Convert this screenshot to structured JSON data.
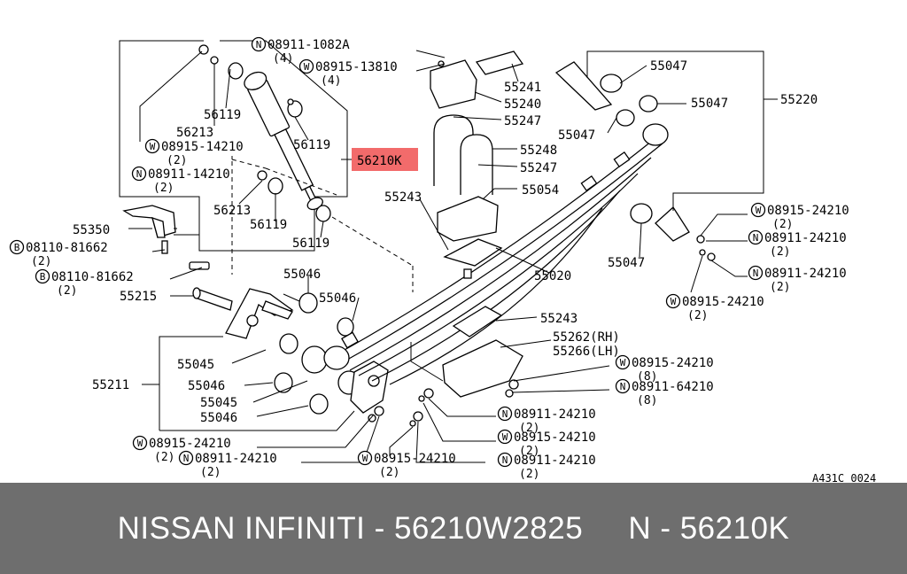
{
  "colors": {
    "highlight": "#f26b6b",
    "footer_bg": "#6e6e6e",
    "footer_text": "#ffffff"
  },
  "highlight_label": "56210K",
  "labels": [
    {
      "id": "55220",
      "text": "55220"
    },
    {
      "id": "55047-a",
      "text": "55047"
    },
    {
      "id": "55047-b",
      "text": "55047"
    },
    {
      "id": "55047-c",
      "text": "55047"
    },
    {
      "id": "55047-d",
      "text": "55047"
    },
    {
      "id": "55241",
      "text": "55241"
    },
    {
      "id": "55240",
      "text": "55240"
    },
    {
      "id": "55247-a",
      "text": "55247"
    },
    {
      "id": "55248",
      "text": "55248"
    },
    {
      "id": "55247-b",
      "text": "55247"
    },
    {
      "id": "55054",
      "text": "55054"
    },
    {
      "id": "55243-a",
      "text": "55243"
    },
    {
      "id": "55020",
      "text": "55020"
    },
    {
      "id": "56119-a",
      "text": "56119"
    },
    {
      "id": "56213-a",
      "text": "56213"
    },
    {
      "id": "56119-b",
      "text": "56119"
    },
    {
      "id": "56213-b",
      "text": "56213"
    },
    {
      "id": "56119-c",
      "text": "56119"
    },
    {
      "id": "56119-d",
      "text": "56119"
    },
    {
      "id": "55350",
      "text": "55350"
    },
    {
      "id": "55046-a",
      "text": "55046"
    },
    {
      "id": "55046-b",
      "text": "55046"
    },
    {
      "id": "55215",
      "text": "55215"
    },
    {
      "id": "55243-b",
      "text": "55243"
    },
    {
      "id": "55262",
      "text": "55262(RH)"
    },
    {
      "id": "55266",
      "text": "55266(LH)"
    },
    {
      "id": "55045-a",
      "text": "55045"
    },
    {
      "id": "55211",
      "text": "55211"
    },
    {
      "id": "55046-c",
      "text": "55046"
    },
    {
      "id": "55045-b",
      "text": "55045"
    },
    {
      "id": "55046-d",
      "text": "55046"
    },
    {
      "id": "ref-code",
      "text": "A431C 0024"
    }
  ],
  "fasteners": [
    {
      "id": "f1",
      "prefix": "N",
      "code": "08911-1082A",
      "qty": "(4)"
    },
    {
      "id": "f2",
      "prefix": "W",
      "code": "08915-13810",
      "qty": "(4)"
    },
    {
      "id": "f3",
      "prefix": "W",
      "code": "08915-14210",
      "qty": "(2)"
    },
    {
      "id": "f4",
      "prefix": "N",
      "code": "08911-14210",
      "qty": "(2)"
    },
    {
      "id": "f5",
      "prefix": "B",
      "code": "08110-81662",
      "qty": "(2)"
    },
    {
      "id": "f6",
      "prefix": "B",
      "code": "08110-81662",
      "qty": "(2)"
    },
    {
      "id": "f7",
      "prefix": "W",
      "code": "08915-24210",
      "qty": "(2)"
    },
    {
      "id": "f8",
      "prefix": "N",
      "code": "08911-24210",
      "qty": "(2)"
    },
    {
      "id": "f9",
      "prefix": "N",
      "code": "08911-24210",
      "qty": "(2)"
    },
    {
      "id": "f10",
      "prefix": "W",
      "code": "08915-24210",
      "qty": "(2)"
    },
    {
      "id": "f11",
      "prefix": "W",
      "code": "08915-24210",
      "qty": "(8)"
    },
    {
      "id": "f12",
      "prefix": "N",
      "code": "08911-64210",
      "qty": "(8)"
    },
    {
      "id": "f13",
      "prefix": "N",
      "code": "08911-24210",
      "qty": "(2)"
    },
    {
      "id": "f14",
      "prefix": "W",
      "code": "08915-24210",
      "qty": "(2)"
    },
    {
      "id": "f15",
      "prefix": "W",
      "code": "08915-24210",
      "qty": "(2)"
    },
    {
      "id": "f16",
      "prefix": "N",
      "code": "08911-24210",
      "qty": "(2)"
    },
    {
      "id": "f17",
      "prefix": "W",
      "code": "08915-24210",
      "qty": "(2)"
    },
    {
      "id": "f18",
      "prefix": "N",
      "code": "08911-24210",
      "qty": "(2)"
    }
  ],
  "footer": {
    "text": "NISSAN INFINITI - 56210W2825     N - 56210K"
  }
}
